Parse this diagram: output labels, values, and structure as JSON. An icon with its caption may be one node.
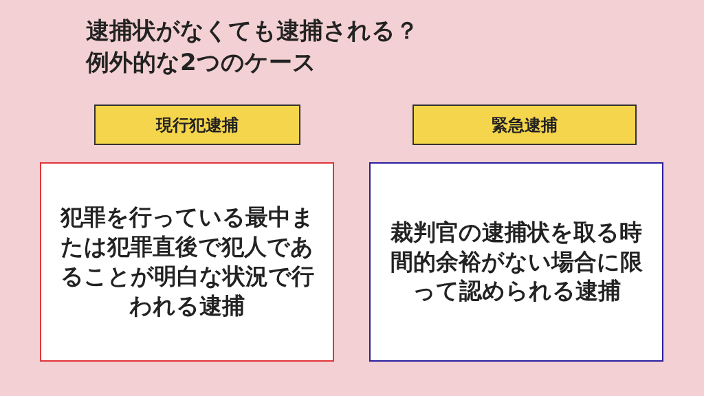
{
  "diagram": {
    "title": "逮捕状がなくても逮捕される？例外的な2つのケース",
    "nodes": [
      {
        "text": [
          "現行犯逮捕"
        ]
      },
      {
        "text": [
          "犯罪を行っている最中または犯罪直後で犯人であることが明白な状況で行われる逮捕"
        ]
      },
      {
        "text": [
          "緊急逮捕"
        ]
      },
      {
        "text": [
          "裁判官の逮捕状を取る時間的余裕がない場合に限って認められる逮捕"
        ]
      }
    ],
    "edges": []
  }
}
